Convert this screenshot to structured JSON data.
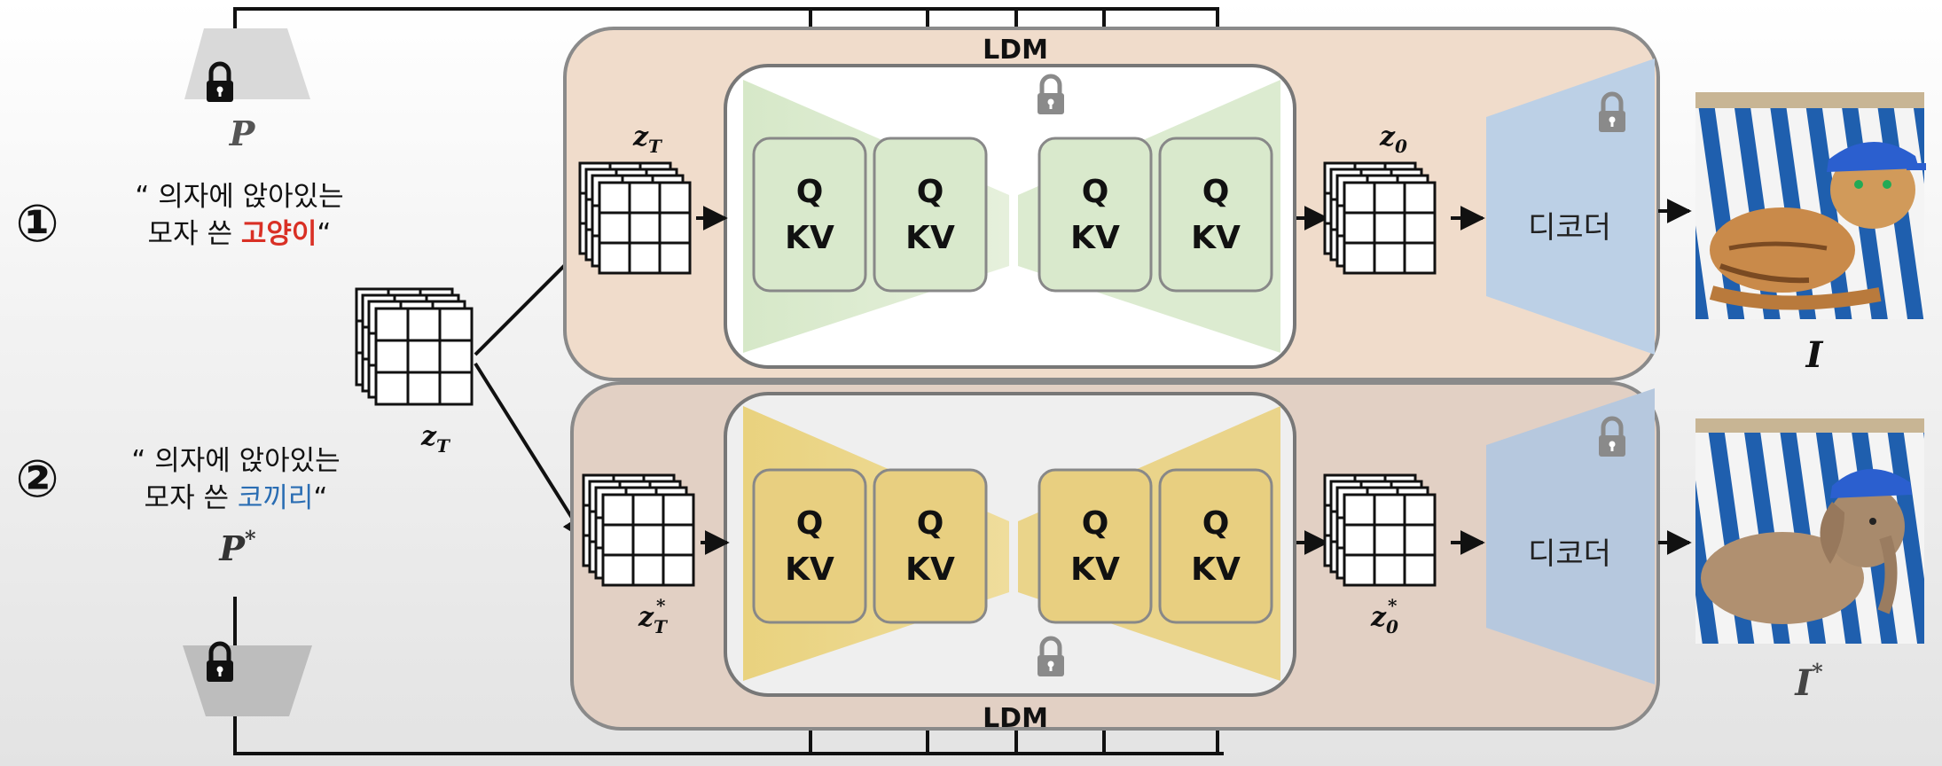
{
  "diagram": {
    "step1_marker": "①",
    "step2_marker": "②",
    "prompt1": {
      "quote_open": "“ 의자에 앉아있는",
      "line2_prefix": "모자 쓴 ",
      "highlight": "고양이",
      "quote_close": "“",
      "highlight_color": "#d93025"
    },
    "prompt2": {
      "quote_open": "“ 의자에 앉아있는",
      "line2_prefix": "모자 쓴 ",
      "highlight": "코끼리",
      "quote_close": "“",
      "highlight_color": "#2a6db3"
    },
    "encoder_labels": {
      "top": "P",
      "bottom": "P",
      "bottom_sup": "*"
    },
    "noise_label": {
      "base": "z",
      "sub": "T"
    },
    "ldm_top": {
      "title": "LDM",
      "input_label": {
        "base": "z",
        "sub": "T"
      },
      "output_label": {
        "base": "z",
        "sub": "0"
      },
      "attention_blocks": [
        {
          "q": "Q",
          "kv": "KV"
        },
        {
          "q": "Q",
          "kv": "KV"
        },
        {
          "q": "Q",
          "kv": "KV"
        },
        {
          "q": "Q",
          "kv": "KV"
        }
      ],
      "decoder": "디코더",
      "image_label": "I",
      "image_label_sup": ""
    },
    "ldm_bottom": {
      "title": "LDM",
      "input_label": {
        "base": "z",
        "sub": "T",
        "sup": "*"
      },
      "output_label": {
        "base": "z",
        "sub": "0",
        "sup": "*"
      },
      "attention_blocks": [
        {
          "q": "Q",
          "kv": "KV"
        },
        {
          "q": "Q",
          "kv": "KV"
        },
        {
          "q": "Q",
          "kv": "KV"
        },
        {
          "q": "Q",
          "kv": "KV"
        }
      ],
      "decoder": "디코더",
      "image_label": "I",
      "image_label_sup": "*"
    },
    "colors": {
      "ldm_panel": "#f2ded0",
      "unet_green": "#dcebd0",
      "unet_yellow": "#ead48a",
      "decoder_blue": "#bcd0e6",
      "lock_gray": "#8a8a8a",
      "grid_stroke": "#111111"
    },
    "icons": [
      "lock-icon",
      "arrow-icon",
      "latent-grid-icon",
      "cat-image",
      "elephant-image"
    ]
  }
}
